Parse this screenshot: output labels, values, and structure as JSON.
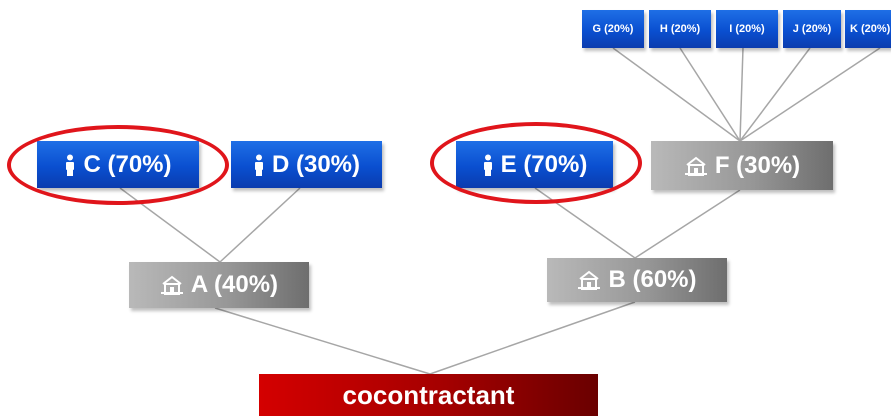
{
  "colors": {
    "person_box": "#0a4fd0",
    "company_box": "#979797",
    "root_box": "#b00000",
    "connector": "#a6a6a6",
    "highlight_ring": "#e0151b"
  },
  "nodes": {
    "root": {
      "label": "cocontractant"
    },
    "a": {
      "label": "A (40%)",
      "icon": "building-icon"
    },
    "b": {
      "label": "B (60%)",
      "icon": "building-icon"
    },
    "c": {
      "label": "C (70%)",
      "icon": "person-icon"
    },
    "d": {
      "label": "D (30%)",
      "icon": "person-icon"
    },
    "e": {
      "label": "E (70%)",
      "icon": "person-icon"
    },
    "f": {
      "label": "F (30%)",
      "icon": "building-icon"
    },
    "g": {
      "label": "G (20%)"
    },
    "h": {
      "label": "H (20%)"
    },
    "i": {
      "label": "I (20%)"
    },
    "j": {
      "label": "J (20%)"
    },
    "k": {
      "label": "K (20%)"
    }
  },
  "highlighted": [
    "c",
    "e"
  ]
}
